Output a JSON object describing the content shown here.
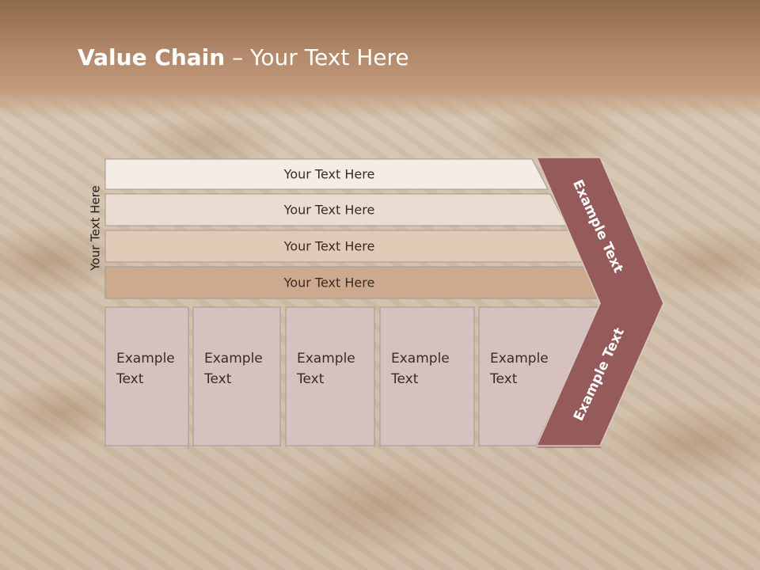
{
  "slide": {
    "title_bold": "Value Chain",
    "title_rest": " – Your Text Here"
  },
  "diagram": {
    "side_label": "Your Text Here",
    "support_rows": [
      {
        "label": "Your Text Here",
        "color": "#f4ede6"
      },
      {
        "label": "Your Text Here",
        "color": "#eadcd0"
      },
      {
        "label": "Your Text Here",
        "color": "#e1cab6"
      },
      {
        "label": "Your Text Here",
        "color": "#cda98d"
      }
    ],
    "primary_activities": [
      {
        "line1": "Example",
        "line2": "Text"
      },
      {
        "line1": "Example",
        "line2": "Text"
      },
      {
        "line1": "Example",
        "line2": "Text"
      },
      {
        "line1": "Example",
        "line2": "Text"
      },
      {
        "line1": "Example",
        "line2": "Text"
      }
    ],
    "margin_top_label": "Example Text",
    "margin_bottom_label": "Example Text",
    "colors": {
      "activity_box": "#d6c0c0",
      "chevron": "#955a5a",
      "outline": "#a09a95"
    }
  }
}
